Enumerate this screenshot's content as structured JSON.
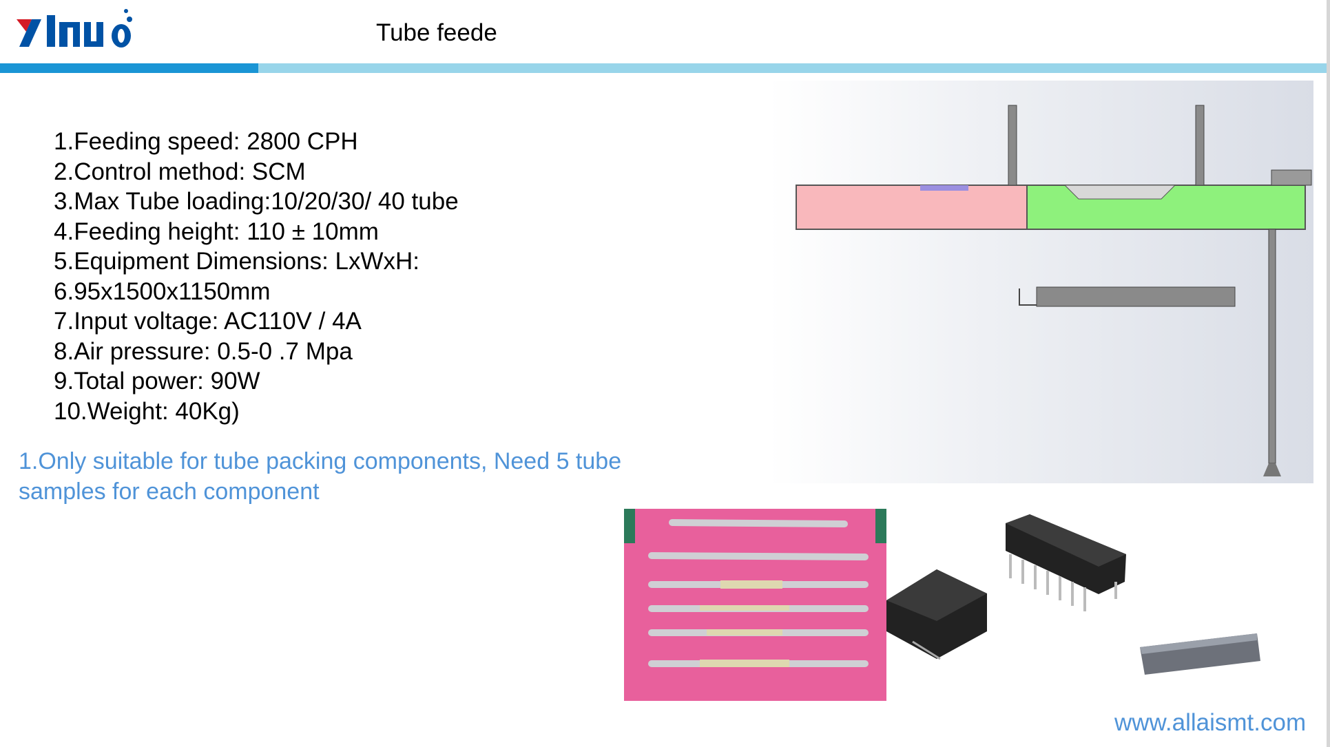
{
  "header": {
    "logo_text": "yinuo",
    "title": "Tube feede"
  },
  "specs": [
    "1.Feeding speed: 2800 CPH",
    "2.Control method: SCM",
    "3.Max Tube loading:10/20/30/ 40 tube",
    "4.Feeding height: 110 ± 10mm",
    "5.Equipment Dimensions: LxWxH:",
    "6.95x1500x1150mm",
    "7.Input voltage: AC110V / 4A",
    "8.Air pressure: 0.5-0 .7 Mpa",
    "9.Total power: 90W",
    "10.Weight: 40Kg)"
  ],
  "note": "1.Only suitable for tube packing components, Need 5 tube samples for each component",
  "footer": {
    "website": "www.allaismt.com"
  },
  "colors": {
    "brand_blue": "#0052a5",
    "bar_dark": "#1a95d5",
    "bar_light": "#98d5ea",
    "note_blue": "#4f93d8"
  }
}
